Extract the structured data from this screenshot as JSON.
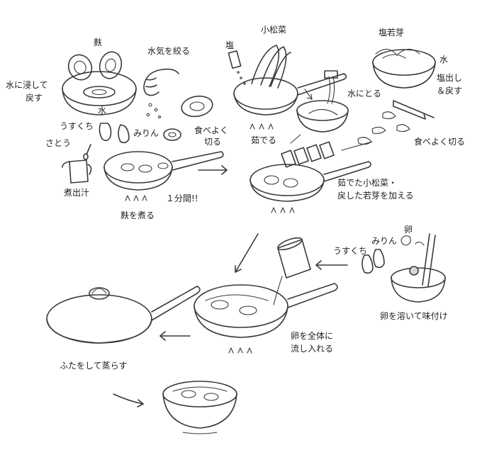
{
  "labels": {
    "fu": "麩",
    "mizu_ni_hitashite": "水に浸して",
    "modosu": "戻す",
    "mizu": "水",
    "mizuke_wo_shiboru": "水気を絞る",
    "tabeyoku_kiru_1a": "食べよく",
    "tabeyoku_kiru_1b": "切る",
    "usukuchi_1": "うすくち",
    "satou": "さとう",
    "mirin_1": "みりん",
    "nidashijiru": "煮出汁",
    "fu_wo_niru": "麩を煮る",
    "ippunkan": "１分間!!",
    "shio": "塩",
    "komatsuna": "小松菜",
    "yuderu": "茹でる",
    "mizu_ni_toru": "水にとる",
    "shio_wakame": "塩若芽",
    "mizu_2": "水",
    "shiodashi": "塩出し",
    "and_modosu": "＆戻す",
    "tabeyoku_kiru_2": "食べよく切る",
    "add_line1": "茹でた小松菜・",
    "add_line2": "戻した若芽を加える",
    "tamago": "卵",
    "mirin_2": "みりん",
    "usukuchi_2": "うすくち",
    "tamago_toku": "卵を溶いて味付け",
    "nagashi_line1": "卵を全体に",
    "nagashi_line2": "流し入れる",
    "futa_wo_shite": "ふたをして蒸らす"
  }
}
